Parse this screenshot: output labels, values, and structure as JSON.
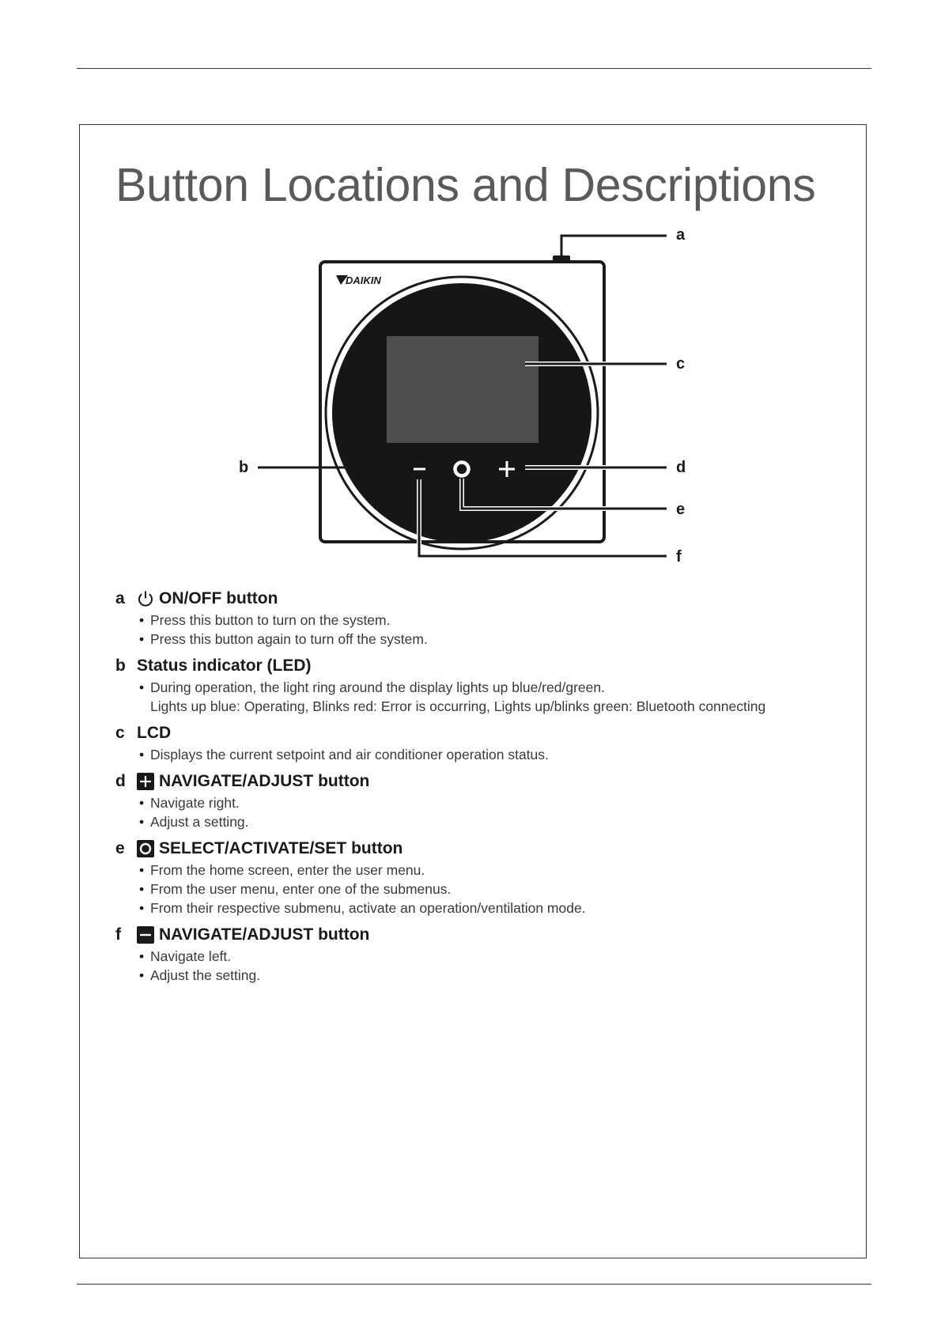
{
  "page": {
    "title": "Button Locations and Descriptions"
  },
  "diagram": {
    "brand": "DAIKIN",
    "callouts": [
      "a",
      "b",
      "c",
      "d",
      "e",
      "f"
    ]
  },
  "items": [
    {
      "letter": "a",
      "icon": "power-icon",
      "title": "ON/OFF button",
      "lines": [
        "Press this button to turn on the system.",
        "Press this button again to turn off the system."
      ]
    },
    {
      "letter": "b",
      "icon": "",
      "title": "Status indicator (LED)",
      "lines": [
        "During operation, the light ring around the display lights up blue/red/green."
      ],
      "extra": "Lights up blue: Operating, Blinks red: Error is occurring, Lights up/blinks green: Bluetooth connecting"
    },
    {
      "letter": "c",
      "icon": "",
      "title": "LCD",
      "lines": [
        "Displays the current setpoint and air conditioner operation status."
      ]
    },
    {
      "letter": "d",
      "icon": "plus-icon",
      "title": "NAVIGATE/ADJUST button",
      "lines": [
        "Navigate right.",
        "Adjust a setting."
      ]
    },
    {
      "letter": "e",
      "icon": "circle-icon",
      "title": "SELECT/ACTIVATE/SET button",
      "lines": [
        "From the home screen, enter the user menu.",
        "From the user menu, enter one of the submenus.",
        "From their respective submenu, activate an operation/ventilation mode."
      ]
    },
    {
      "letter": "f",
      "icon": "minus-icon",
      "title": "NAVIGATE/ADJUST button",
      "lines": [
        "Navigate left.",
        "Adjust the setting."
      ]
    }
  ]
}
